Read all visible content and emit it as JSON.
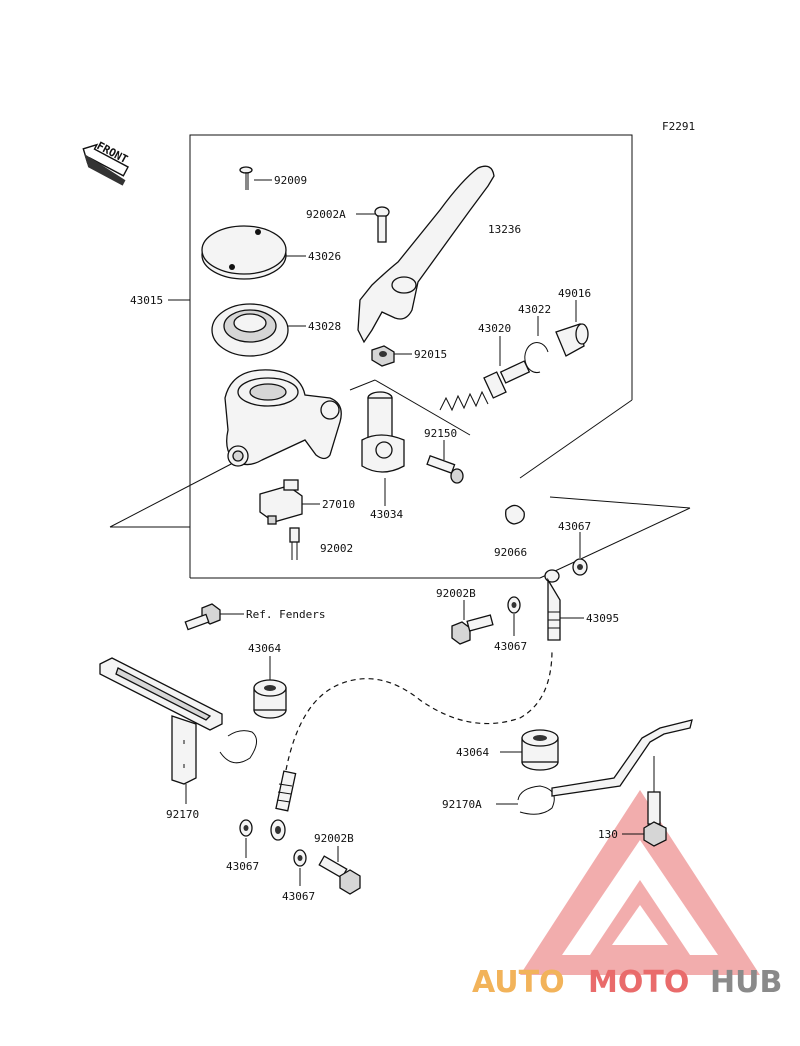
{
  "figure_code": "F2291",
  "front_label": "FRONT",
  "parts": {
    "p92009": "92009",
    "p92002A": "92002A",
    "p13236": "13236",
    "p43026": "43026",
    "p43015": "43015",
    "p43028": "43028",
    "p49016": "49016",
    "p43022": "43022",
    "p43020": "43020",
    "p92015": "92015",
    "p92150": "92150",
    "p27010": "27010",
    "p43034": "43034",
    "p92002": "92002",
    "p43067_top": "43067",
    "p92066": "92066",
    "p92002B_top": "92002B",
    "p43095": "43095",
    "p43067_mid": "43067",
    "ref_fenders": "Ref. Fenders",
    "p43064_left": "43064",
    "p43064_right": "43064",
    "p92170A": "92170A",
    "p92170": "92170",
    "p130": "130",
    "p92002B_bot": "92002B",
    "p43067_botleft": "43067",
    "p43067_bot": "43067"
  },
  "watermark": {
    "part1": "AUTO",
    "part2": "MOTO",
    "part3": "HUB",
    "color_auto": "#f2b35a",
    "color_moto": "#e96b6b",
    "color_hub": "#8a8a8a"
  }
}
